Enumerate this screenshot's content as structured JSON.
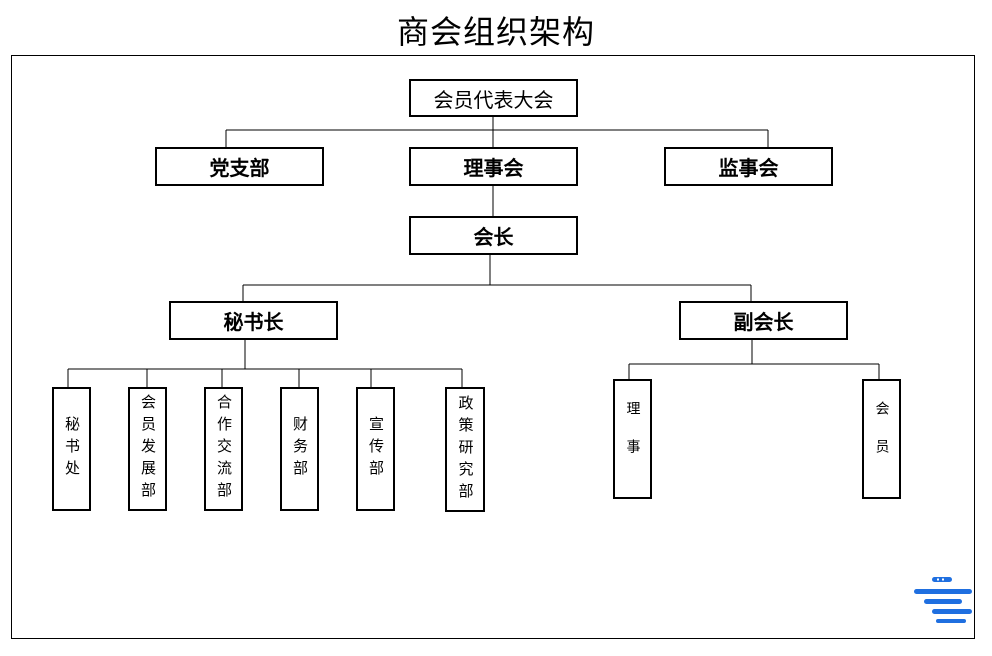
{
  "title": "商会组织架构",
  "top": {
    "assembly": "会员代表大会",
    "party": "党支部",
    "council": "理事会",
    "supervisory": "监事会",
    "president": "会长"
  },
  "secretary_general": {
    "label": "秘书长",
    "departments": [
      "秘书处",
      "会员发展部",
      "合作交流部",
      "财务部",
      "宣传部",
      "政策研究部"
    ]
  },
  "vice_president": {
    "label": "副会长",
    "subordinates": [
      "理事",
      "会员"
    ]
  },
  "colors": {
    "line": "#000000",
    "logo_blue": "#1f6fe0"
  }
}
